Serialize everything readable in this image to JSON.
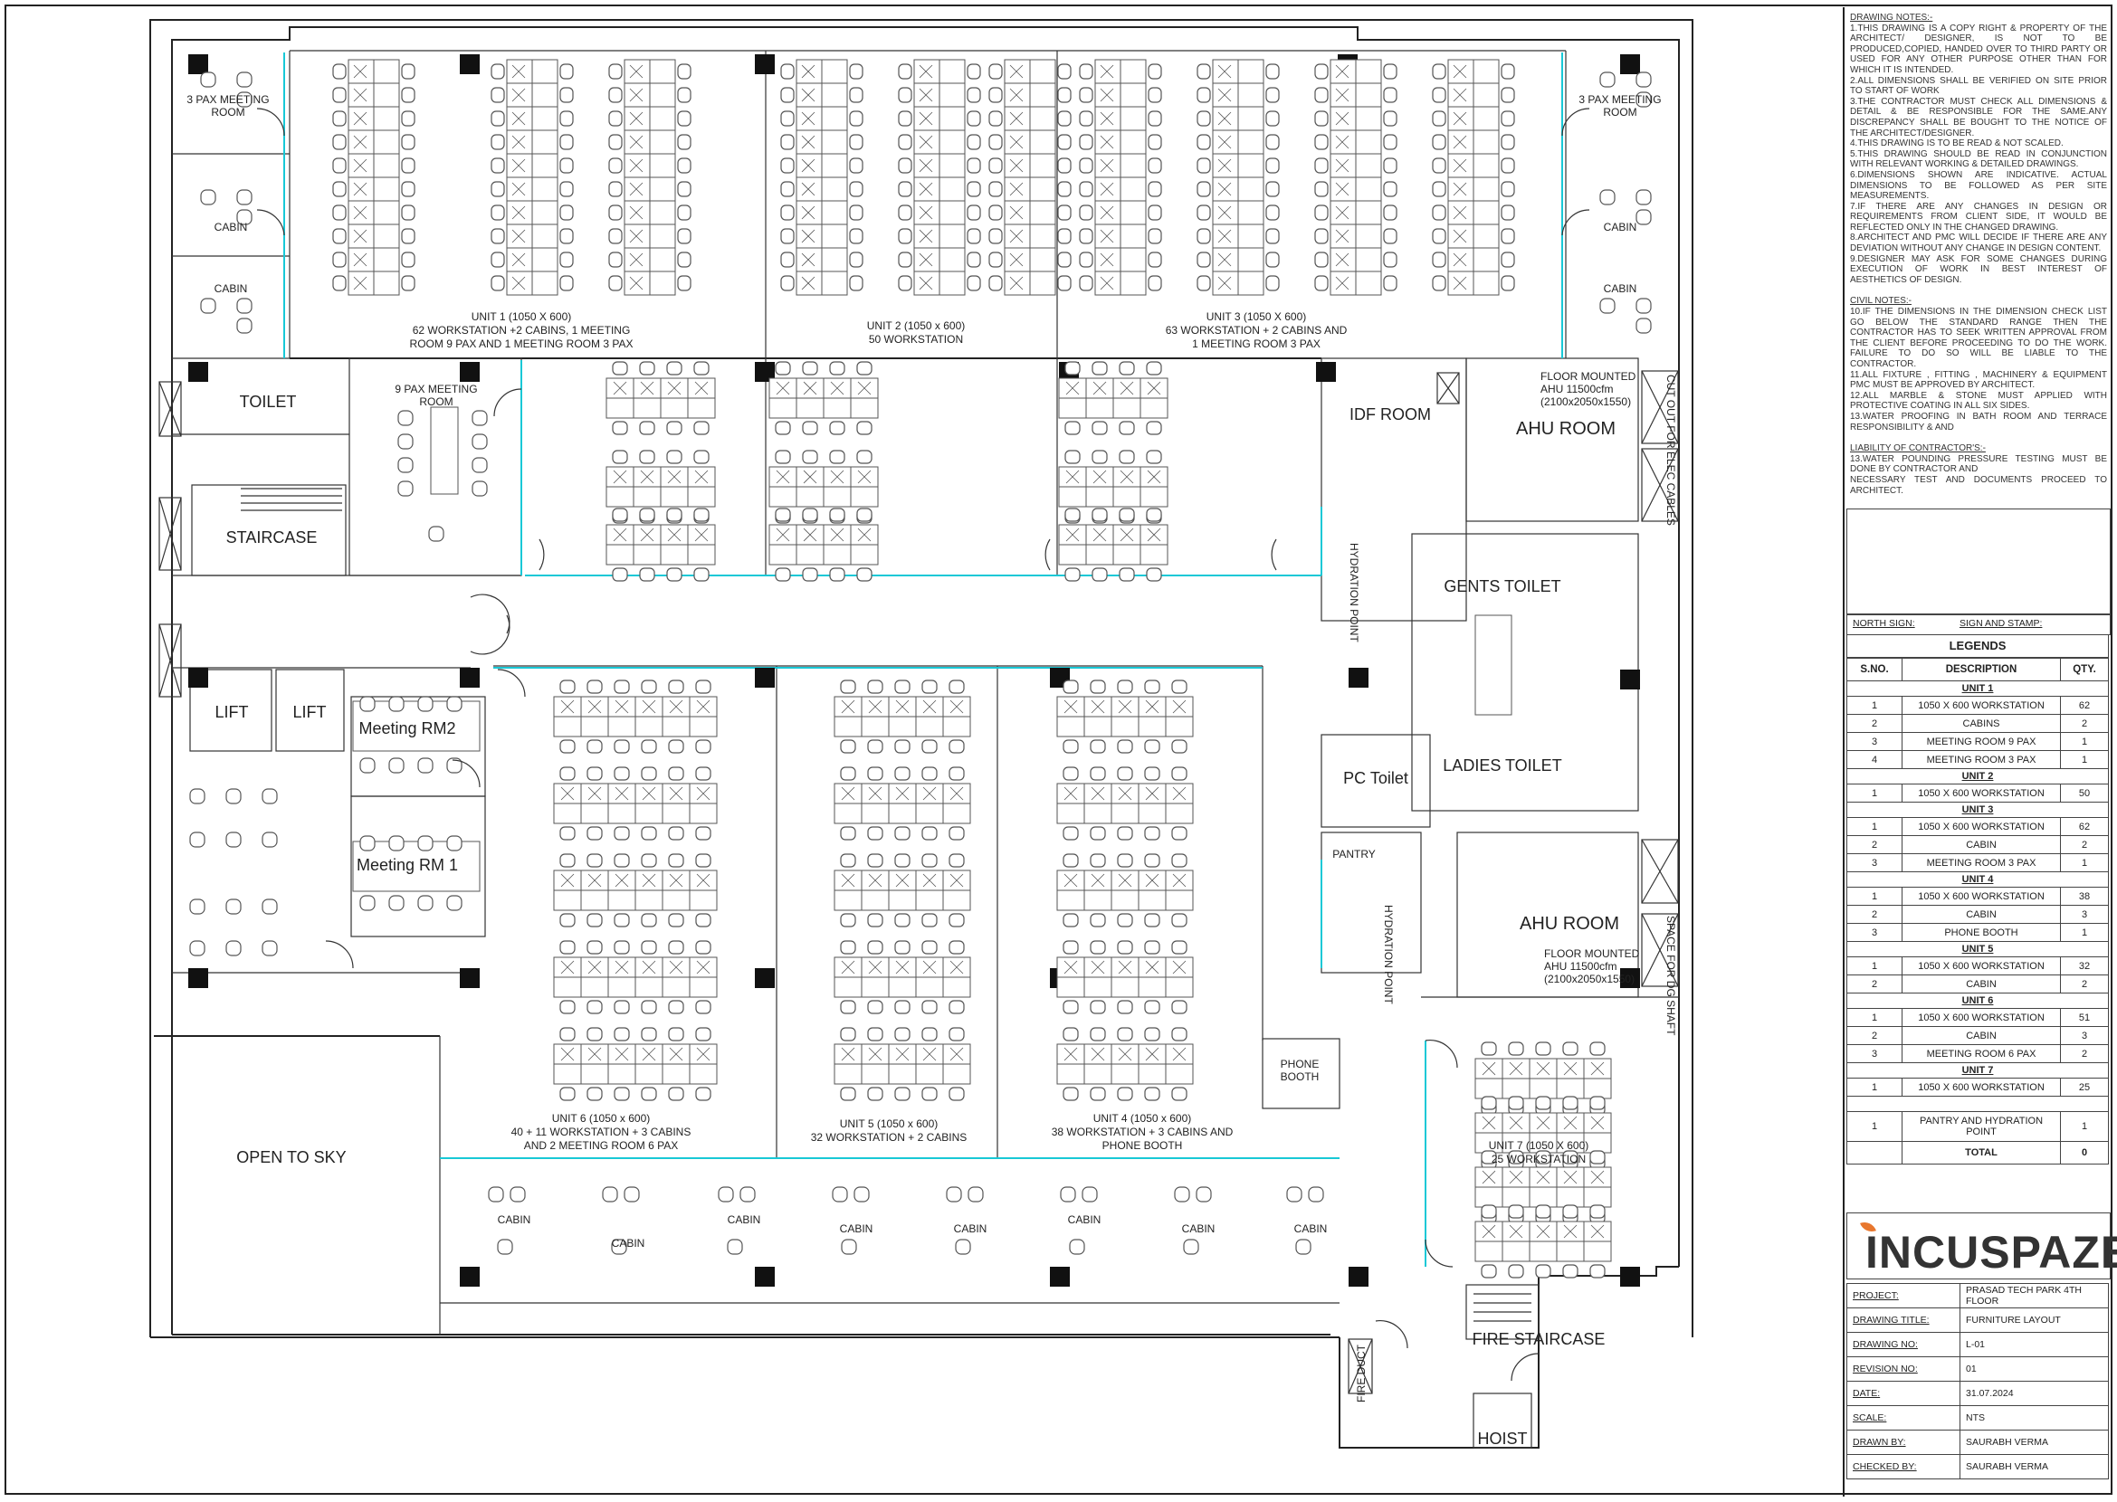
{
  "drawing_notes": {
    "heading": "DRAWING NOTES:-",
    "items": [
      "1.THIS DRAWING IS A COPY RIGHT & PROPERTY OF THE ARCHITECT/ DESIGNER, IS NOT TO BE PRODUCED,COPIED, HANDED OVER TO THIRD PARTY OR USED FOR ANY OTHER PURPOSE OTHER THAN FOR WHICH IT IS INTENDED.",
      "2.ALL DIMENSIONS SHALL BE VERIFIED ON SITE PRIOR TO START OF WORK",
      "3.THE CONTRACTOR MUST CHECK ALL DIMENSIONS & DETAIL & BE RESPONSIBLE FOR THE SAME.ANY DISCREPANCY SHALL BE BOUGHT TO THE NOTICE OF THE ARCHITECT/DESIGNER.",
      "4.THIS DRAWING IS TO BE READ & NOT SCALED.",
      "5.THIS DRAWING SHOULD BE READ IN CONJUNCTION WITH RELEVANT WORKING & DETAILED DRAWINGS.",
      "6.DIMENSIONS SHOWN ARE INDICATIVE. ACTUAL DIMENSIONS TO BE FOLLOWED AS PER SITE MEASUREMENTS.",
      "7.IF THERE ARE ANY CHANGES IN DESIGN OR REQUIREMENTS FROM CLIENT SIDE, IT WOULD BE REFLECTED ONLY IN THE CHANGED DRAWING.",
      "8.ARCHITECT AND PMC WILL DECIDE IF THERE ARE ANY DEVIATION WITHOUT ANY CHANGE IN DESIGN CONTENT.",
      "9.DESIGNER MAY ASK FOR SOME CHANGES DURING EXECUTION OF WORK IN BEST INTEREST OF AESTHETICS OF DESIGN."
    ]
  },
  "civil_notes": {
    "heading": "CIVIL NOTES:-",
    "items": [
      "10.IF THE DIMENSIONS IN THE DIMENSION CHECK LIST GO BELOW THE STANDARD RANGE THEN THE CONTRACTOR HAS TO SEEK WRITTEN APPROVAL FROM THE CLIENT BEFORE PROCEEDING TO DO THE WORK. FAILURE TO DO SO WILL BE LIABLE TO THE CONTRACTOR.",
      "11.ALL FIXTURE , FITTING , MACHINERY & EQUIPMENT PMC MUST BE APPROVED BY ARCHITECT.",
      "12.ALL MARBLE & STONE MUST APPLIED WITH PROTECTIVE COATING IN ALL SIX SIDES.",
      "13.WATER PROOFING IN BATH ROOM AND TERRACE RESPONSIBILITY & AND"
    ]
  },
  "liability_notes": {
    "heading": "LIABILITY OF CONTRACTOR'S:-",
    "items": [
      "13.WATER POUNDING PRESSURE TESTING MUST BE DONE BY CONTRACTOR AND",
      "NECESSARY TEST AND DOCUMENTS PROCEED TO ARCHITECT."
    ]
  },
  "north_sign_label": "NORTH SIGN:",
  "sign_stamp_label": "SIGN AND STAMP:",
  "legends": {
    "title": "LEGENDS",
    "headers": [
      "S.NO.",
      "DESCRIPTION",
      "QTY."
    ],
    "groups": [
      {
        "unit": "UNIT 1",
        "rows": [
          [
            "1",
            "1050 X 600 WORKSTATION",
            "62"
          ],
          [
            "2",
            "CABINS",
            "2"
          ],
          [
            "3",
            "MEETING ROOM 9 PAX",
            "1"
          ],
          [
            "4",
            "MEETING ROOM 3 PAX",
            "1"
          ]
        ]
      },
      {
        "unit": "UNIT 2",
        "rows": [
          [
            "1",
            "1050 X 600 WORKSTATION",
            "50"
          ]
        ]
      },
      {
        "unit": "UNIT 3",
        "rows": [
          [
            "1",
            "1050 X 600 WORKSTATION",
            "62"
          ],
          [
            "2",
            "CABIN",
            "2"
          ],
          [
            "3",
            "MEETING ROOM 3 PAX",
            "1"
          ]
        ]
      },
      {
        "unit": "UNIT 4",
        "rows": [
          [
            "1",
            "1050 X 600 WORKSTATION",
            "38"
          ],
          [
            "2",
            "CABIN",
            "3"
          ],
          [
            "3",
            "PHONE BOOTH",
            "1"
          ]
        ]
      },
      {
        "unit": "UNIT 5",
        "rows": [
          [
            "1",
            "1050 X 600 WORKSTATION",
            "32"
          ],
          [
            "2",
            "CABIN",
            "2"
          ]
        ]
      },
      {
        "unit": "UNIT 6",
        "rows": [
          [
            "1",
            "1050 X 600 WORKSTATION",
            "51"
          ],
          [
            "2",
            "CABIN",
            "3"
          ],
          [
            "3",
            "MEETING ROOM 6 PAX",
            "2"
          ]
        ]
      },
      {
        "unit": "UNIT 7",
        "rows": [
          [
            "1",
            "1050 X 600 WORKSTATION",
            "25"
          ]
        ]
      }
    ],
    "extra_row": [
      "1",
      "PANTRY AND HYDRATION POINT",
      "1"
    ],
    "total_label": "TOTAL",
    "total_value": "0"
  },
  "brand": {
    "name": "INCUSPAZE",
    "accent": "#e8772e"
  },
  "title_block": [
    {
      "key": "PROJECT:",
      "value": "PRASAD TECH PARK 4TH FLOOR"
    },
    {
      "key": "DRAWING TITLE:",
      "value": "FURNITURE LAYOUT"
    },
    {
      "key": "DRAWING NO:",
      "value": "L-01"
    },
    {
      "key": "REVISION NO:",
      "value": "01"
    },
    {
      "key": "DATE:",
      "value": "31.07.2024"
    },
    {
      "key": "SCALE:",
      "value": "NTS"
    },
    {
      "key": "DRAWN BY:",
      "value": "SAURABH VERMA"
    },
    {
      "key": "CHECKED BY:",
      "value": "SAURABH VERMA"
    }
  ],
  "plan": {
    "rooms": {
      "pax3_left": "3 PAX MEETING",
      "pax3_left_2": "ROOM",
      "pax3_right": "3 PAX MEETING",
      "pax3_right_2": "ROOM",
      "cabin": "CABIN",
      "toilet": "TOILET",
      "pax9": "9 PAX MEETING",
      "pax9_2": "ROOM",
      "staircase": "STAIRCASE",
      "lift": "LIFT",
      "meeting_rm2": "Meeting RM2",
      "meeting_rm1": "Meeting RM 1",
      "open_to_sky": "OPEN TO SKY",
      "idf_room": "IDF ROOM",
      "ahu_room": "AHU ROOM",
      "ahu_note_1": "FLOOR MOUNTED",
      "ahu_note_2": "AHU 11500cfm",
      "ahu_note_3": "(2100x2050x1550)",
      "gents_toilet": "GENTS TOILET",
      "ladies_toilet": "LADIES TOILET",
      "pc_toilet": "PC Toilet",
      "pantry": "PANTRY",
      "hydration_point": "HYDRATION POINT",
      "phone_booth_1": "PHONE",
      "phone_booth_2": "BOOTH",
      "fire_staircase": "FIRE STAIRCASE",
      "hoist": "HOIST",
      "elec_shaft": "CUT OUT FOR ELEC CABLES",
      "dg_shaft": "SPACE FOR DG SHAFT",
      "shaft": "SHAFT",
      "fire_duct": "FIRE DUCT"
    },
    "units": {
      "u1": [
        "UNIT 1 (1050 X 600)",
        "62 WORKSTATION +2 CABINS, 1 MEETING",
        "ROOM 9 PAX AND 1 MEETING ROOM 3 PAX"
      ],
      "u2": [
        "UNIT 2 (1050 x 600)",
        "50 WORKSTATION"
      ],
      "u3": [
        "UNIT 3 (1050 X 600)",
        "63 WORKSTATION + 2 CABINS AND",
        "1 MEETING ROOM 3 PAX"
      ],
      "u4": [
        "UNIT 4 (1050 x 600)",
        "38 WORKSTATION + 3 CABINS AND",
        "PHONE BOOTH"
      ],
      "u5": [
        "UNIT 5 (1050 x 600)",
        "32 WORKSTATION + 2 CABINS"
      ],
      "u6": [
        "UNIT 6 (1050 x 600)",
        "40 + 11 WORKSTATION + 3 CABINS",
        "AND 2 MEETING ROOM 6 PAX"
      ],
      "u7": [
        "UNIT 7 (1050 X 600)",
        "25 WORKSTATION"
      ]
    }
  }
}
